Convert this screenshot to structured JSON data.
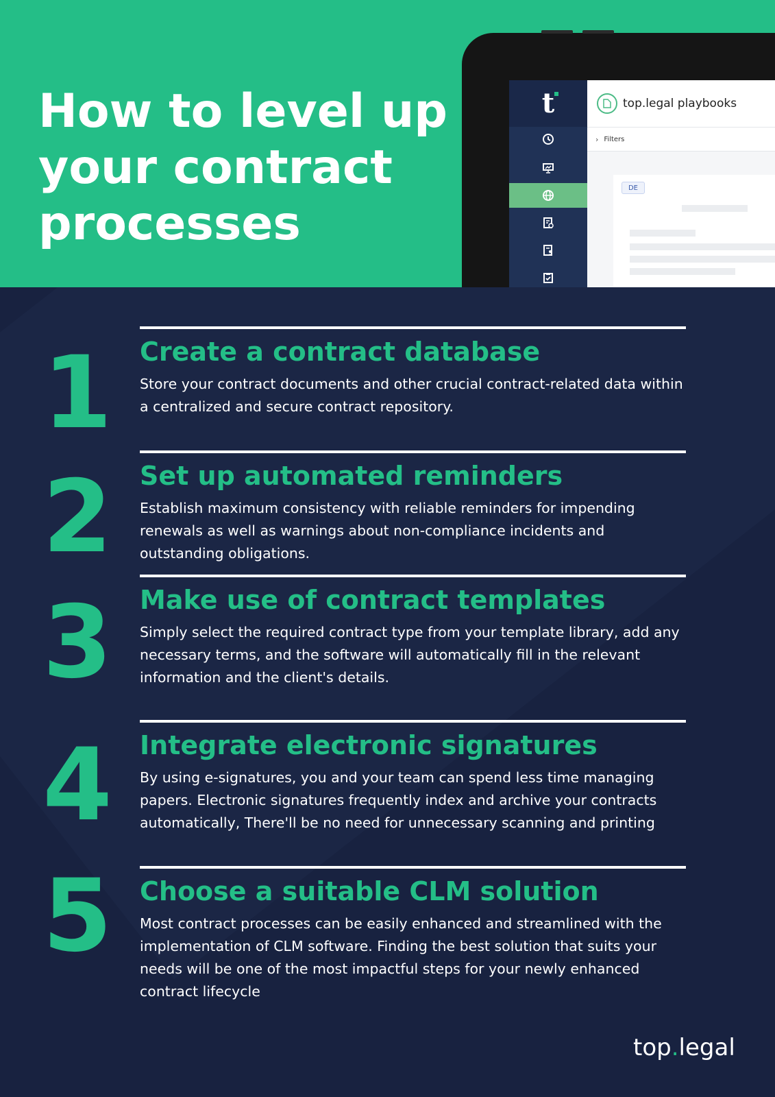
{
  "header": {
    "title": "How to level up your contract processes"
  },
  "app_mockup": {
    "logo_letter": "t",
    "title": "top.legal playbooks",
    "filters_label": "Filters",
    "badge": "DE",
    "sidebar_icons": [
      "clock-icon",
      "presentation-icon",
      "globe-icon",
      "document-check-icon",
      "document-user-icon",
      "clipboard-check-icon"
    ],
    "active_icon": "globe-icon",
    "accent_color": "#24be87",
    "sidebar_color": "#203256"
  },
  "steps": [
    {
      "number": "1",
      "heading": "Create a contract database",
      "description": "Store your contract documents and other crucial contract-related data within a centralized and secure contract repository."
    },
    {
      "number": "2",
      "heading": "Set up automated reminders",
      "description": "Establish maximum consistency with reliable reminders for impending renewals as well as warnings about non-compliance incidents and outstanding obligations."
    },
    {
      "number": "3",
      "heading": "Make use of contract templates",
      "description": "Simply select the required contract type from your template library, add any necessary terms, and the software will automatically fill in the relevant information and the client's details."
    },
    {
      "number": "4",
      "heading": "Integrate electronic signatures",
      "description": "By using e-signatures, you and your team can spend less time managing papers. Electronic signatures frequently index and archive your contracts automatically, There'll be no need for unnecessary scanning and printing"
    },
    {
      "number": "5",
      "heading": "Choose a suitable CLM solution",
      "description": "Most contract processes can be easily enhanced and streamlined with the implementation of CLM software. Finding the best solution that suits your needs will be one of the most impactful steps for your newly enhanced contract lifecycle"
    }
  ],
  "footer": {
    "brand_part1": "top",
    "brand_dot": ".",
    "brand_part2": "legal"
  },
  "colors": {
    "green": "#24be87",
    "navy": "#182240",
    "white": "#ffffff"
  }
}
